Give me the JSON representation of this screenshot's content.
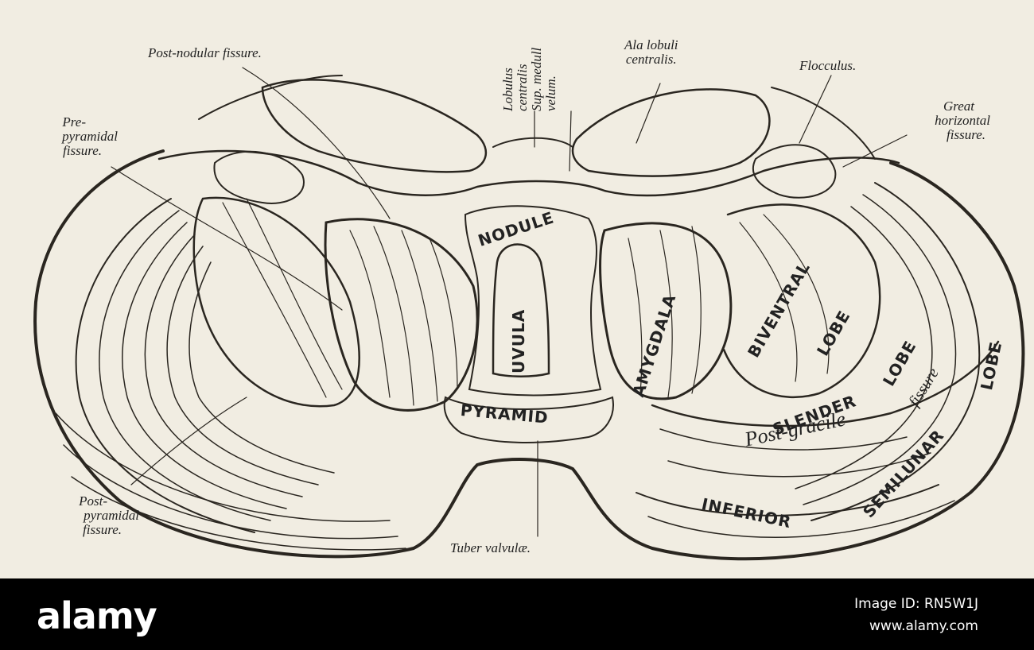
{
  "labels": {
    "post_nodular": "Post-nodular fissure.",
    "pre_pyramidal_1": "Pre-",
    "pre_pyramidal_2": "pyramidal",
    "pre_pyramidal_3": "fissure.",
    "lobulus": "Lobulus",
    "centralis": "centralis",
    "sup_medull": "Sup. medull",
    "velum": "velum.",
    "ala_1": "Ala lobuli",
    "ala_2": "centralis.",
    "flocculus": "Flocculus.",
    "great_1": "Great",
    "great_2": "horizontal",
    "great_3": "fissure.",
    "post_pyramidal_1": "Post-",
    "post_pyramidal_2": "pyramidal",
    "post_pyramidal_3": "fissure.",
    "tuber": "Tuber valvulæ.",
    "post_gracile": "Post-gracile",
    "fissure": "fissure"
  },
  "lobes": {
    "nodule": "NODULE",
    "uvula": "UVULA",
    "pyramid": "PYRAMID",
    "amygdala": "AMYGDALA",
    "biventral": "BIVENTRAL",
    "lobe_1": "LOBE",
    "slender": "SLENDER",
    "lobe_2": "LOBE",
    "semilunar": "SEMILUNAR",
    "lobe_3": "LOBE",
    "inferior": "INFERIOR"
  },
  "footer": {
    "brand": "alamy",
    "image_id": "Image ID: RN5W1J",
    "url": "www.alamy.com"
  }
}
